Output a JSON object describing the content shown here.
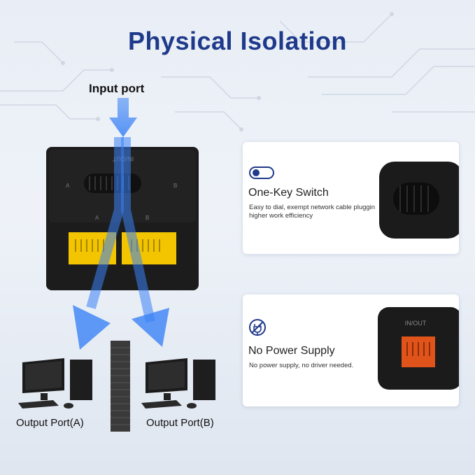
{
  "title": "Physical Isolation",
  "input_label": "Input port",
  "device": {
    "top_label": "IN/OUT",
    "left_mark": "A",
    "right_mark": "B",
    "port_a_mark": "A",
    "port_b_mark": "B"
  },
  "outputs": {
    "a_label": "Output Port(A)",
    "b_label": "Output Port(B)"
  },
  "features": [
    {
      "title": "One-Key Switch",
      "description": "Easy to dial, exempt network cable plugging, higher work efficiency",
      "icon": "toggle-icon"
    },
    {
      "title": "No Power Supply",
      "description": "No power supply, no driver needed.",
      "icon": "no-power-icon",
      "photo_label": "IN/OUT"
    }
  ],
  "colors": {
    "title": "#1f3a8a",
    "arrow": "#3b82f6",
    "port": "#f2c500",
    "device": "#1c1c1c",
    "port_red": "#e0541b"
  }
}
